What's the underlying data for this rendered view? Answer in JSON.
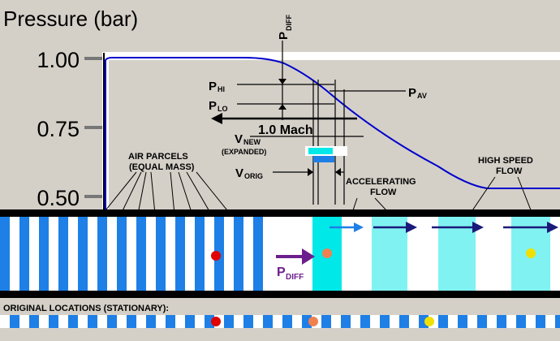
{
  "graph": {
    "title": "Pressure (bar)",
    "y_ticks": [
      "1.00",
      "0.75",
      "0.50"
    ],
    "pdiff_top": {
      "main": "P",
      "sub": "DIFF"
    },
    "p_hi": {
      "main": "P",
      "sub": "HI"
    },
    "p_lo": {
      "main": "P",
      "sub": "LO"
    },
    "p_av": {
      "main": "P",
      "sub": "AV"
    },
    "v_new": {
      "main": "V",
      "sub": "NEW"
    },
    "expanded": "(EXPANDED)",
    "v_orig": {
      "main": "V",
      "sub": "ORIG"
    },
    "mach": "1.0 Mach",
    "pressure_curve": {
      "start": 1.0,
      "end": 0.52,
      "units": "bar"
    }
  },
  "labels": {
    "air_parcels_1": "AIR PARCELS",
    "air_parcels_2": "(EQUAL MASS)",
    "accelerating_1": "ACCELERATING",
    "accelerating_2": "FLOW",
    "high_speed_1": "HIGH SPEED",
    "high_speed_2": "FLOW",
    "pdiff_tube": {
      "main": "P",
      "sub": "DIFF"
    },
    "original_locations": "ORIGINAL LOCATIONS (STATIONARY):"
  },
  "colors": {
    "background": "#d4d0c8",
    "parcel_blue": "#1e7fe6",
    "cyan": "#00e8e8",
    "light_cyan": "#80f2f2",
    "curve": "#0000cc",
    "arrow_navy": "#1a1a7a",
    "arrow_purple": "#6b1f8c",
    "red_dot": "#e00000",
    "orange_dot": "#f08050",
    "yellow_dot": "#f0e000"
  }
}
